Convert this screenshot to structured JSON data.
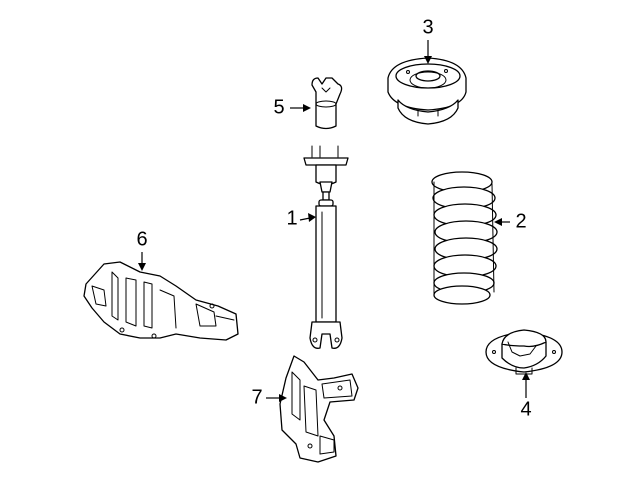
{
  "callouts": [
    {
      "id": "1",
      "part": "shock-absorber"
    },
    {
      "id": "2",
      "part": "coil-spring"
    },
    {
      "id": "3",
      "part": "upper-mount"
    },
    {
      "id": "4",
      "part": "lower-spring-seat"
    },
    {
      "id": "5",
      "part": "bump-stop"
    },
    {
      "id": "6",
      "part": "shield-left"
    },
    {
      "id": "7",
      "part": "shield-lower"
    }
  ],
  "colors": {
    "line": "#000000",
    "background": "#ffffff"
  }
}
